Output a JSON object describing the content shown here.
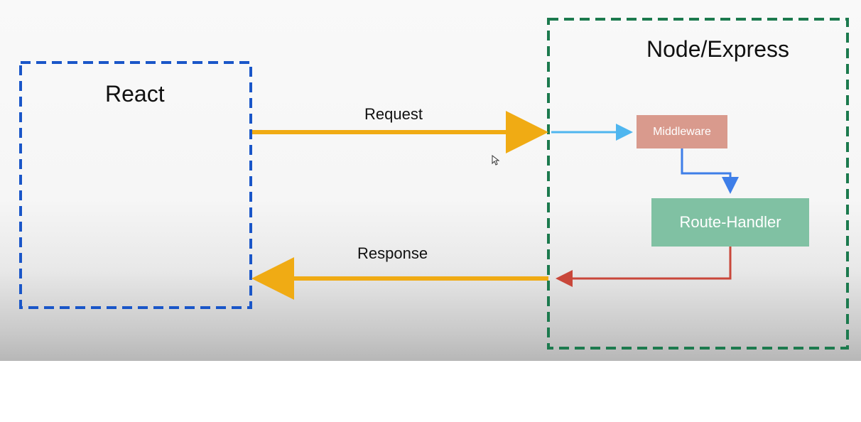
{
  "diagram": {
    "react_label": "React",
    "node_label": "Node/Express",
    "request_label": "Request",
    "response_label": "Response",
    "middleware_label": "Middleware",
    "route_handler_label": "Route-Handler"
  },
  "colors": {
    "react_frame": "#1a56c8",
    "node_frame": "#1c7a4e",
    "request_arrow": "#f0ab14",
    "response_arrow": "#f0ab14",
    "entry_arrow": "#4fb6ef",
    "middleware_to_route_arrow": "#3e7ee8",
    "route_to_response_arrow": "#c9473a",
    "middleware_fill": "#d99a8d",
    "route_handler_fill": "#80c1a3"
  }
}
